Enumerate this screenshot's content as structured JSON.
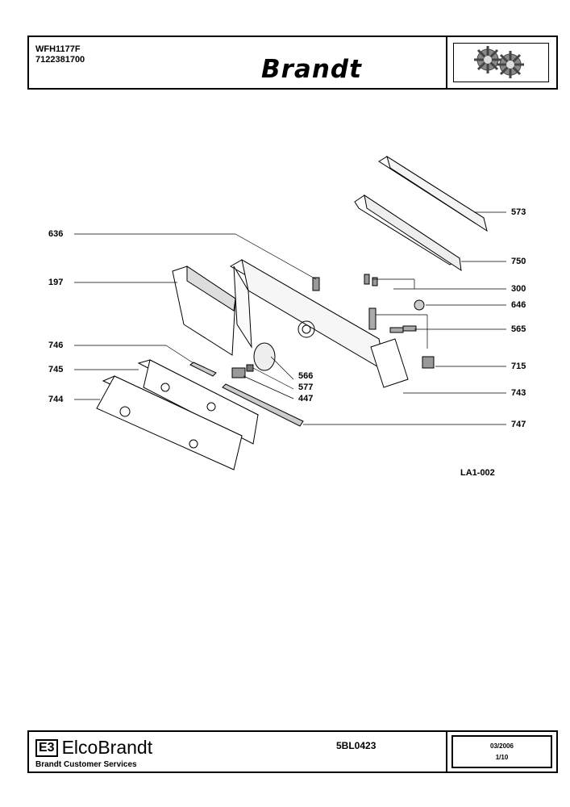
{
  "header": {
    "model": "WFH1177F",
    "part_number": "7122381700",
    "brand": "Brandt"
  },
  "diagram": {
    "refs_left": [
      "636",
      "197",
      "746",
      "745",
      "744"
    ],
    "refs_right": [
      "573",
      "750",
      "300",
      "646",
      "565",
      "715",
      "743",
      "747"
    ],
    "refs_center": [
      "566",
      "577",
      "447"
    ]
  },
  "drawing_code": "LA1-002",
  "footer": {
    "company": "ElcoBrandt",
    "company_mark": "E3",
    "services": "Brandt Customer Services",
    "doc_ref": "5BL0423",
    "date": "03/2006",
    "page": "1/10"
  }
}
